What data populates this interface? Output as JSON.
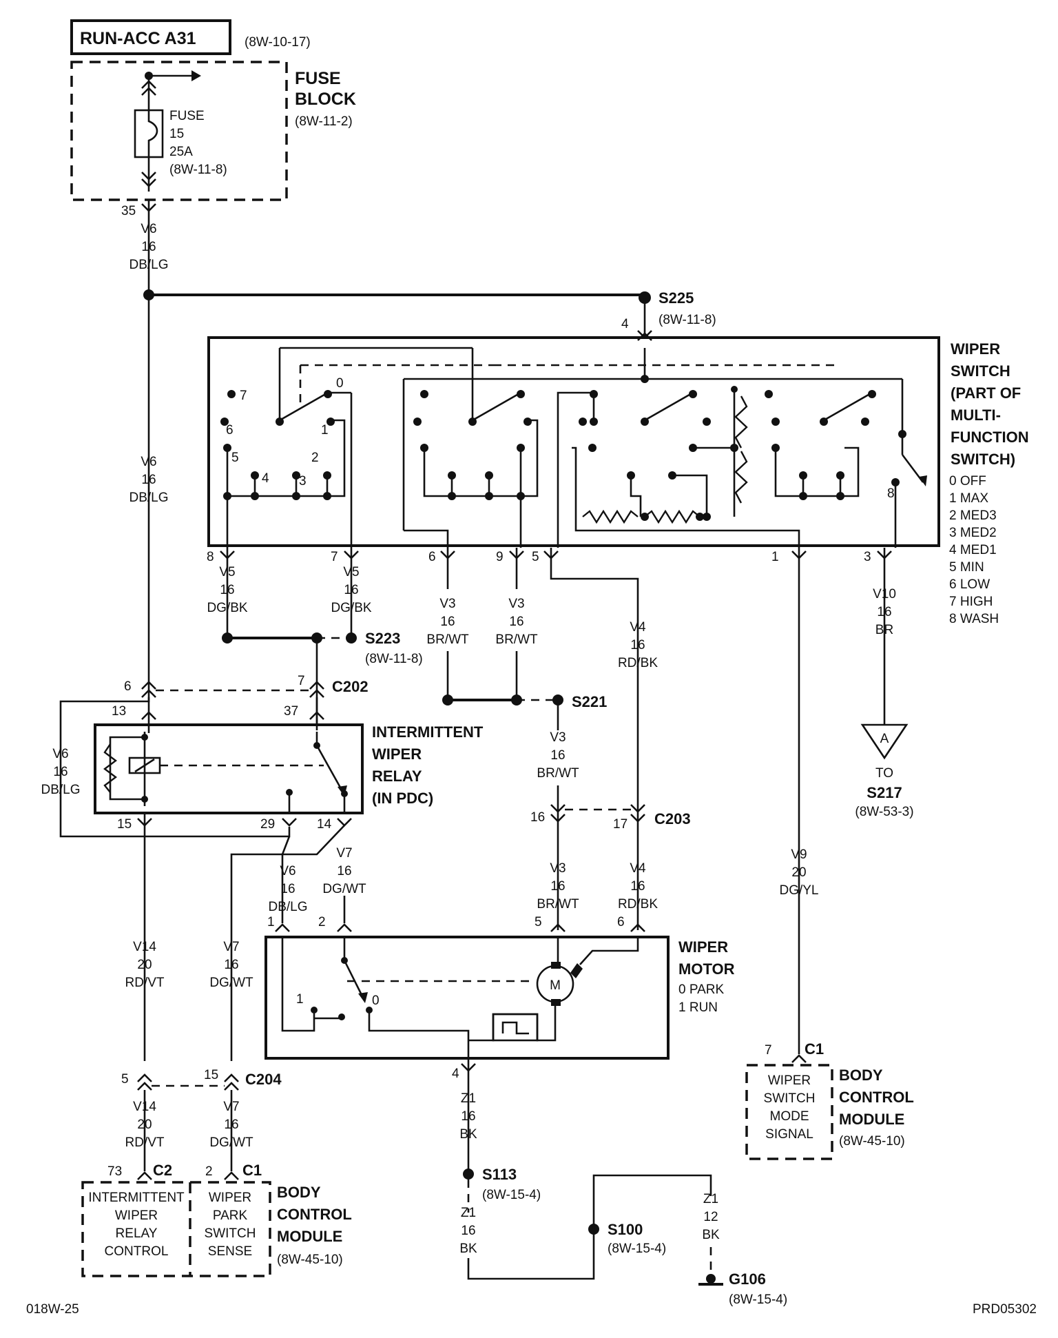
{
  "source": {
    "title": "RUN-ACC A31",
    "ref": "(8W-10-17)"
  },
  "fuse_block": {
    "title": [
      "FUSE",
      "BLOCK"
    ],
    "ref": "(8W-11-2)"
  },
  "fuse": {
    "lines": [
      "FUSE",
      "15",
      "25A",
      "(8W-11-8)"
    ]
  },
  "splices": {
    "s225": {
      "name": "S225",
      "ref": "(8W-11-8)"
    },
    "s223": {
      "name": "S223",
      "ref": "(8W-11-8)"
    },
    "s221": {
      "name": "S221"
    },
    "s113": {
      "name": "S113",
      "ref": "(8W-15-4)"
    },
    "s100": {
      "name": "S100",
      "ref": "(8W-15-4)"
    }
  },
  "ground": {
    "name": "G106",
    "ref": "(8W-15-4)"
  },
  "connectors": {
    "c202": "C202",
    "c203": "C203",
    "c204": "C204",
    "c1": "C1",
    "c2": "C2"
  },
  "wiper_switch": {
    "title": [
      "WIPER",
      "SWITCH",
      "(PART OF",
      "MULTI-",
      "FUNCTION",
      "SWITCH)"
    ],
    "modes": [
      "0 OFF",
      "1 MAX",
      "2 MED3",
      "3 MED2",
      "4 MED1",
      "5 MIN",
      "6 LOW",
      "7 HIGH",
      "8 WASH"
    ],
    "internal_labels": [
      "7",
      "0",
      "6",
      "1",
      "5",
      "2",
      "4",
      "3",
      "8"
    ]
  },
  "relay": {
    "title": [
      "INTERMITTENT",
      "WIPER",
      "RELAY",
      "(IN PDC)"
    ]
  },
  "motor": {
    "title": [
      "WIPER",
      "MOTOR"
    ],
    "modes": [
      "0 PARK",
      "1 RUN"
    ],
    "symbol": "M",
    "internal_labels": [
      "1",
      "0"
    ]
  },
  "bcm_right": {
    "title": [
      "BODY",
      "CONTROL",
      "MODULE"
    ],
    "ref": "(8W-45-10)",
    "box": [
      "WIPER",
      "SWITCH",
      "MODE",
      "SIGNAL"
    ]
  },
  "bcm_left": {
    "title": [
      "BODY",
      "CONTROL",
      "MODULE"
    ],
    "ref": "(8W-45-10)",
    "box1": [
      "INTERMITTENT",
      "WIPER",
      "RELAY",
      "CONTROL"
    ],
    "box2": [
      "WIPER",
      "PARK",
      "SWITCH",
      "SENSE"
    ]
  },
  "offpage": {
    "symbol": "A",
    "to": "TO",
    "name": "S217",
    "ref": "(8W-53-3)"
  },
  "wires": {
    "v6_top": [
      "V6",
      "16",
      "DB/LG"
    ],
    "v6_mid": [
      "V6",
      "16",
      "DB/LG"
    ],
    "v6_left": [
      "V6",
      "16",
      "DB/LG"
    ],
    "v6_low": [
      "V6",
      "16",
      "DB/LG"
    ],
    "v5_a": [
      "V5",
      "16",
      "DG/BK"
    ],
    "v5_b": [
      "V5",
      "16",
      "DG/BK"
    ],
    "v3_a": [
      "V3",
      "16",
      "BR/WT"
    ],
    "v3_b": [
      "V3",
      "16",
      "BR/WT"
    ],
    "v3_c": [
      "V3",
      "16",
      "BR/WT"
    ],
    "v3_d": [
      "V3",
      "16",
      "BR/WT"
    ],
    "v4_a": [
      "V4",
      "16",
      "RD/BK"
    ],
    "v4_b": [
      "V4",
      "16",
      "RD/BK"
    ],
    "v10": [
      "V10",
      "16",
      "BR"
    ],
    "v9": [
      "V9",
      "20",
      "DG/YL"
    ],
    "v7_a": [
      "V7",
      "16",
      "DG/WT"
    ],
    "v7_b": [
      "V7",
      "16",
      "DG/WT"
    ],
    "v7_c": [
      "V7",
      "16",
      "DG/WT"
    ],
    "v14_a": [
      "V14",
      "20",
      "RD/VT"
    ],
    "v14_b": [
      "V14",
      "20",
      "RD/VT"
    ],
    "z1_a": [
      "Z1",
      "16",
      "BK"
    ],
    "z1_b": [
      "Z1",
      "16",
      "BK"
    ],
    "z1_c": [
      "Z1",
      "12",
      "BK"
    ]
  },
  "pins": {
    "p35": "35",
    "p4": "4",
    "p8": "8",
    "p7": "7",
    "p6": "6",
    "p9": "9",
    "p5": "5",
    "p1": "1",
    "p3": "3",
    "p6b": "6",
    "p7b": "7",
    "p13": "13",
    "p37": "37",
    "p15": "15",
    "p29": "29",
    "p14": "14",
    "p16": "16",
    "p17": "17",
    "pm1": "1",
    "pm2": "2",
    "pm5": "5",
    "pm6": "6",
    "pm4": "4",
    "p7c": "7",
    "p5b": "5",
    "p15b": "15",
    "p73": "73",
    "p2": "2"
  },
  "footer": {
    "left": "018W-25",
    "right": "PRD05302"
  }
}
